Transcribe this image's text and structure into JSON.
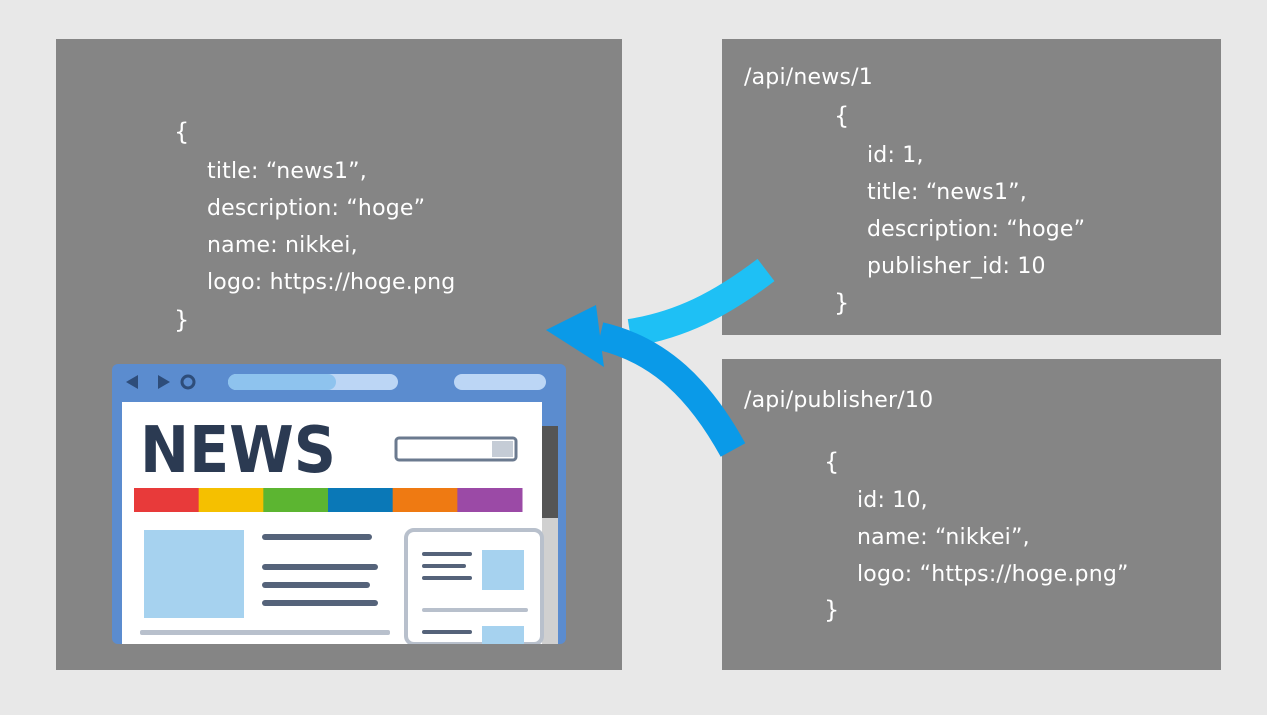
{
  "composed": {
    "lines": [
      "{",
      "title: “news1”,",
      "description: “hoge”",
      "name: nikkei,",
      "logo: https://hoge.png",
      "}"
    ]
  },
  "news_api": {
    "endpoint": "/api/news/1",
    "lines": [
      "{",
      "id: 1,",
      "title: “news1”,",
      "description: “hoge”",
      "publisher_id: 10",
      "}"
    ]
  },
  "publisher_api": {
    "endpoint": "/api/publisher/10",
    "lines": [
      "{",
      "id: 10,",
      "name: “nikkei”,",
      "logo: “https://hoge.png”",
      "}"
    ]
  },
  "illustration": {
    "headline": "NEWS",
    "stripe_colors": [
      "#e83a3a",
      "#f5c000",
      "#5cb531",
      "#0a78b7",
      "#ef7a12",
      "#9b4aa6"
    ]
  },
  "colors": {
    "background": "#e8e8e8",
    "panel": "#858585",
    "arrow_news": "#1ec0f5",
    "arrow_publisher": "#0a9ae8"
  }
}
